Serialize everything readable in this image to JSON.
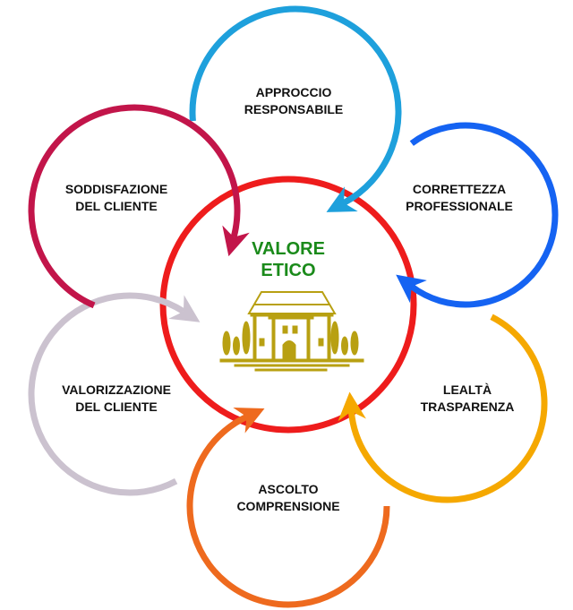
{
  "center": {
    "line1": "VALORE",
    "line2": "ETICO",
    "color": "#1a8a1a",
    "ring_color": "#ee1c1c",
    "logo": "villa-with-cypress-trees"
  },
  "cycles": [
    {
      "id": "approccio",
      "line1": "APPROCCIO",
      "line2": "RESPONSABILE",
      "color": "#1ea0dc"
    },
    {
      "id": "correttezza",
      "line1": "CORRETTEZZA",
      "line2": "PROFESSIONALE",
      "color": "#1563f2"
    },
    {
      "id": "lealta",
      "line1": "LEALTÀ",
      "line2": "TRASPARENZA",
      "color": "#f5a800"
    },
    {
      "id": "ascolto",
      "line1": "ASCOLTO",
      "line2": "COMPRENSIONE",
      "color": "#ee6a1e"
    },
    {
      "id": "valorizzazione",
      "line1": "VALORIZZAZIONE",
      "line2": "DEL CLIENTE",
      "color": "#cbc2cf"
    },
    {
      "id": "soddisfazione",
      "line1": "SODDISFAZIONE",
      "line2": "DEL CLIENTE",
      "color": "#c2154a"
    }
  ]
}
